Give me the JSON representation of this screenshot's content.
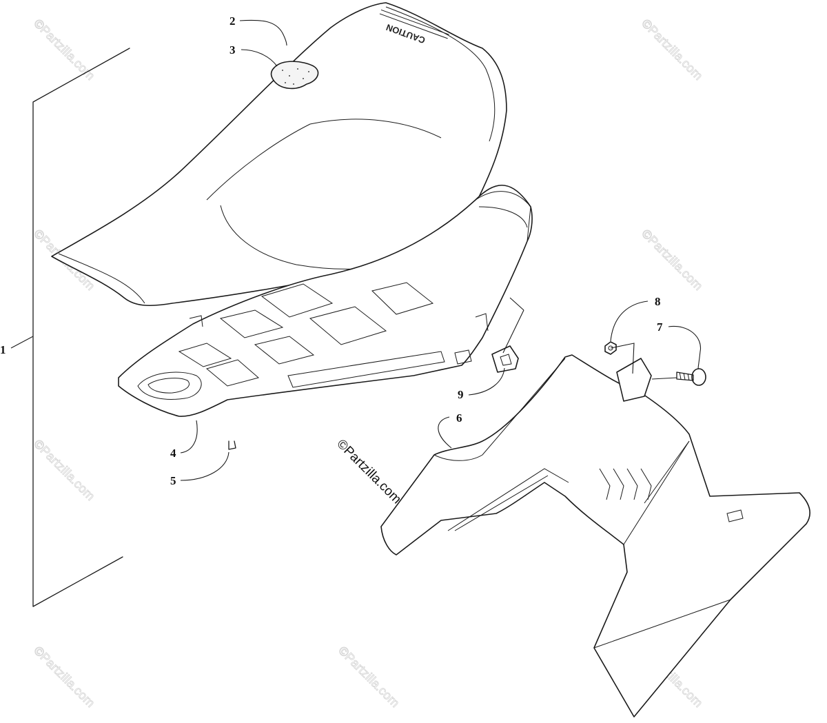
{
  "diagram": {
    "callouts": [
      "1",
      "2",
      "3",
      "4",
      "5",
      "6",
      "7",
      "8",
      "9"
    ],
    "seat_label": "CAUTION",
    "copyright": "©Partzilla.com",
    "watermark": "©Partzilla.com"
  }
}
